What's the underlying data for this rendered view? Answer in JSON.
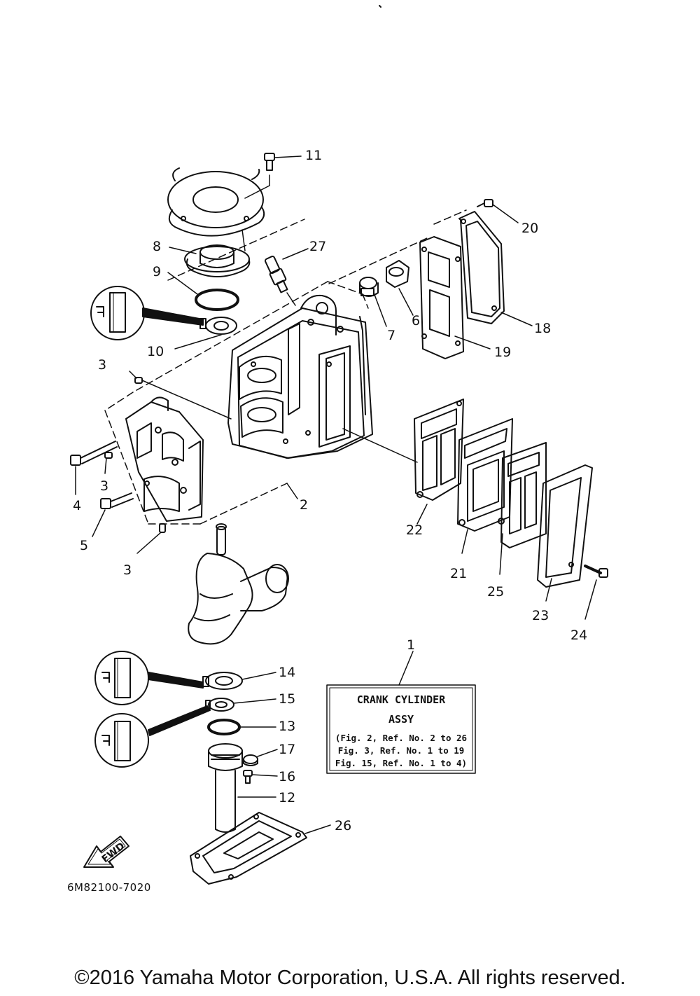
{
  "callouts": {
    "n1": "1",
    "n2": "2",
    "n3a": "3",
    "n3b": "3",
    "n3c": "3",
    "n4": "4",
    "n5": "5",
    "n6": "6",
    "n7": "7",
    "n8": "8",
    "n9": "9",
    "n10": "10",
    "n11": "11",
    "n12": "12",
    "n13": "13",
    "n14": "14",
    "n15": "15",
    "n16": "16",
    "n17": "17",
    "n18": "18",
    "n19": "19",
    "n20": "20",
    "n21": "21",
    "n22": "22",
    "n23": "23",
    "n24": "24",
    "n25": "25",
    "n26": "26",
    "n27": "27"
  },
  "assy_box": {
    "line1": "CRANK CYLINDER",
    "line2": "ASSY",
    "ref1": "(Fig. 2, Ref. No. 2 to 26",
    "ref2": "Fig. 3, Ref. No. 1 to 19",
    "ref3": "Fig. 15, Ref. No. 1 to 4)"
  },
  "fwd_label": "FWD",
  "part_code": "6M82100-7020",
  "copyright": "©2016 Yamaha Motor Corporation, U.S.A. All rights reserved."
}
